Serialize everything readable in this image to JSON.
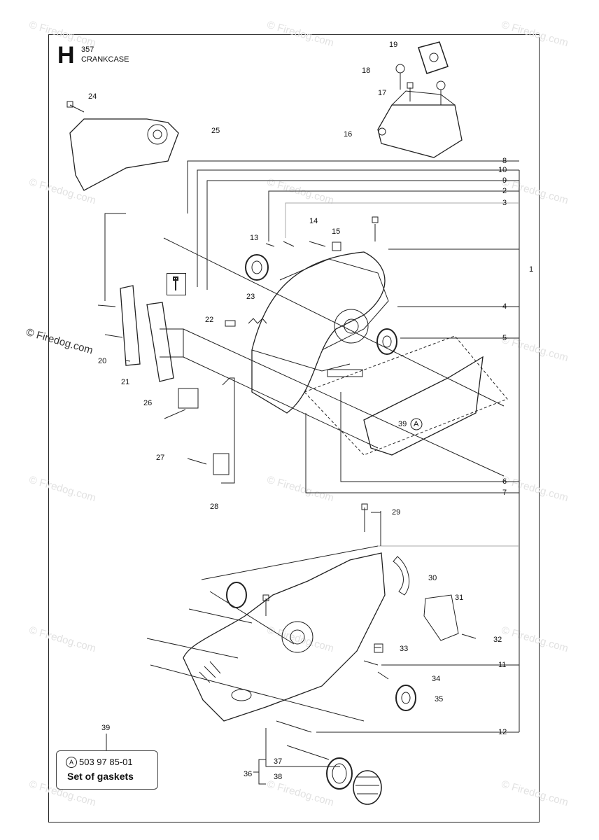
{
  "section": {
    "letter": "H",
    "model": "357",
    "name": "CRANKCASE"
  },
  "watermark": {
    "text": "© Firedog.com"
  },
  "side_watermark": "© Firedog.com",
  "callouts": {
    "c1": "1",
    "c2": "2",
    "c3": "3",
    "c4": "4",
    "c5": "5",
    "c6": "6",
    "c7": "7",
    "c8": "8",
    "c9": "9",
    "c10": "10",
    "c11": "11",
    "c12": "12",
    "c13": "13",
    "c14": "14",
    "c15": "15",
    "c16": "16",
    "c17": "17",
    "c18": "18",
    "c19": "19",
    "c20": "20",
    "c21": "21",
    "c22": "22",
    "c23": "23",
    "c24": "24",
    "c25": "25",
    "c26": "26",
    "c27": "27",
    "c28": "28",
    "c29": "29",
    "c30": "30",
    "c31": "31",
    "c32": "32",
    "c33": "33",
    "c34": "34",
    "c35": "35",
    "c36": "36",
    "c37": "37",
    "c38": "38",
    "c39": "39",
    "c39b": "39"
  },
  "gasket_marker": "A",
  "kit": {
    "ref": "39",
    "marker": "A",
    "part_number": "503 97 85-01",
    "description": "Set of gaskets"
  }
}
